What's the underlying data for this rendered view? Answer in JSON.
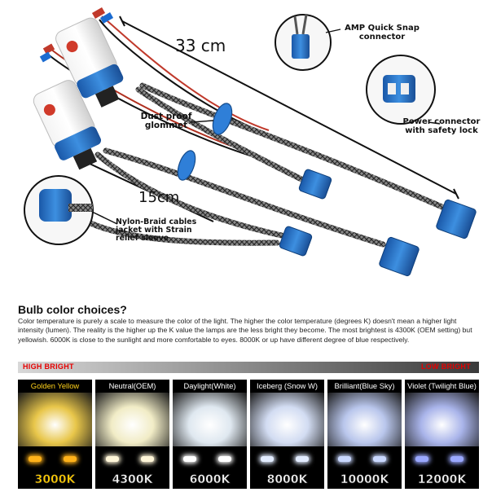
{
  "callouts": {
    "amp": "AMP Quick Snap connector",
    "power": "Power connector with safety lock",
    "dust": "Dust proof glommet",
    "nylon": "Nylon-Braid cables jacket with Strain relief sleeve"
  },
  "dimensions": {
    "long": "33 cm",
    "short": "15cm"
  },
  "section": {
    "title": "Bulb color choices?",
    "description": "Color temperature is purely a scale to measure the color of the light. The higher the color temperature (degrees K) doesn't mean a higher light intensity (lumen). The reality is the higher up the  K value the lamps are the less bright they become. The most brightest is 4300K (OEM setting) but yellowish. 6000K is close to the sunlight and more comfortable to eyes. 8000K or up have different degree of blue respectively."
  },
  "brightness": {
    "high": "HIGH BRIGHT",
    "low": "LOW BRIGHT"
  },
  "swatches": [
    {
      "name": "Golden Yellow",
      "temp": "3000K",
      "name_color": "#ffd21a",
      "temp_color": "#ffcc00",
      "glow": "#e8c64a",
      "lamp": "#ffb21a"
    },
    {
      "name": "Neutral(OEM)",
      "temp": "4300K",
      "name_color": "#ffffff",
      "temp_color": "#f2f2f2",
      "glow": "#f1ecc6",
      "lamp": "#fff6d8"
    },
    {
      "name": "Daylight(White)",
      "temp": "6000K",
      "name_color": "#ffffff",
      "temp_color": "#f2f2f2",
      "glow": "#dfe8f0",
      "lamp": "#ffffff"
    },
    {
      "name": "Iceberg (Snow W)",
      "temp": "8000K",
      "name_color": "#ffffff",
      "temp_color": "#f2f2f2",
      "glow": "#d2dcf2",
      "lamp": "#e2ecff"
    },
    {
      "name": "Brilliant(Blue Sky)",
      "temp": "10000K",
      "name_color": "#ffffff",
      "temp_color": "#f2f2f2",
      "glow": "#b9c6ec",
      "lamp": "#c9d8ff"
    },
    {
      "name": "Violet (Twilight Blue)",
      "temp": "12000K",
      "name_color": "#ffffff",
      "temp_color": "#f2f2f2",
      "glow": "#a9b4ea",
      "lamp": "#9aa8ff"
    }
  ]
}
